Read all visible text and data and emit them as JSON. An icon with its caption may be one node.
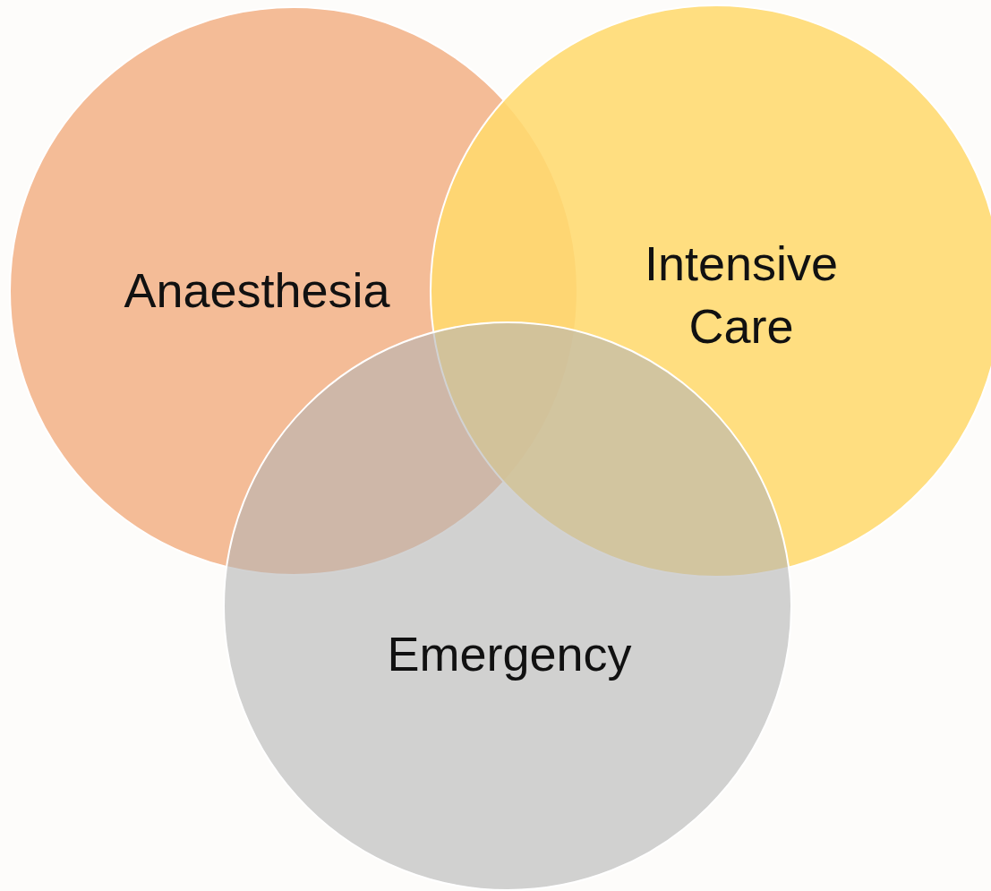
{
  "diagram": {
    "nodes": [
      {
        "text": [
          "Anaesthesia"
        ]
      },
      {
        "text": [
          "Intensive Care"
        ]
      },
      {
        "text": [
          "Emergency"
        ]
      }
    ]
  }
}
